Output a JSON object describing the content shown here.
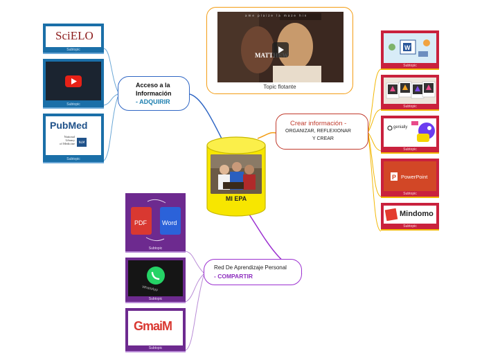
{
  "central": {
    "label": "MI EPA"
  },
  "floating_topic": {
    "label": "Topic flotante",
    "video_title": "MATTHEW",
    "video_tagline": "ame plaize la maze hin"
  },
  "branches": {
    "acceso": {
      "line1": "Acceso a la",
      "line2": "Información",
      "line3": "- ADQUIRIR",
      "subtopics": [
        {
          "caption": "Subtopic",
          "logo": "scielo-logo",
          "text": "SciELO"
        },
        {
          "caption": "Subtopic",
          "logo": "youtube-logo",
          "text": ""
        },
        {
          "caption": "Subtopic",
          "logo": "pubmed-logo",
          "text": "PubMed",
          "sub1": "National",
          "sub2": "Library",
          "sub3": "of Medicine",
          "badge": "NLM"
        }
      ]
    },
    "crear": {
      "line1": "Crear información -",
      "line2": "ORGANIZAR, REFLEXIONAR",
      "line3": "Y CREAR",
      "subtopics": [
        {
          "caption": "Subtopic",
          "logo": "word-collage-image"
        },
        {
          "caption": "Subtopic",
          "logo": "polaroid-photos-image"
        },
        {
          "caption": "Subtopic",
          "logo": "genially-logo",
          "text": "genially"
        },
        {
          "caption": "Subtopic",
          "logo": "powerpoint-logo",
          "text": "PowerPoint"
        },
        {
          "caption": "Subtopic",
          "logo": "mindomo-logo",
          "text": "Mindomo"
        }
      ]
    },
    "red": {
      "line1": "Red De Aprendizaje Personal",
      "line2": "- COMPARTIR",
      "subtopics": [
        {
          "caption": "Subtopic",
          "logo": "pdf-word-icons",
          "pdf": "PDF",
          "word": "Word"
        },
        {
          "caption": "Subtopic",
          "logo": "whatsapp-logo",
          "text": "WhatsApp"
        },
        {
          "caption": "Subtopic",
          "logo": "gmail-logo",
          "text": "GmaiM"
        }
      ]
    }
  },
  "colors": {
    "acceso": "#2f66c4",
    "crear": "#c0392b",
    "red": "#9b2fd0",
    "floating": "#f39c12",
    "center_fill": "#f7e600",
    "center_stroke": "#c8b800"
  }
}
